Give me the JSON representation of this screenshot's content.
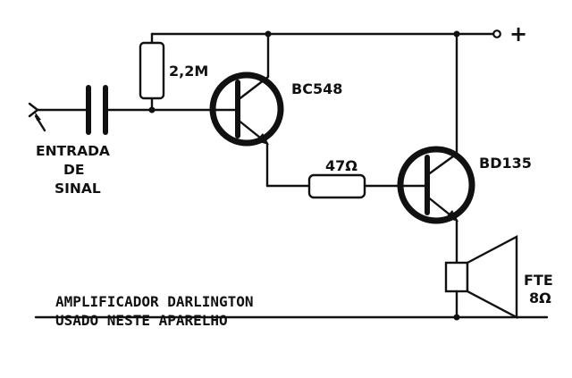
{
  "labels": {
    "plus": "+",
    "r1_value": "2,2M",
    "q1_part": "BC548",
    "r2_value": "47Ω",
    "q2_part": "BD135",
    "speaker_name": "FTE",
    "speaker_value": "8Ω",
    "input_line1": "ENTRADA",
    "input_line2": "DE",
    "input_line3": "SINAL",
    "caption_line1": "AMPLIFICADOR DARLINGTON",
    "caption_line2": "USADO NESTE APARELHO"
  }
}
